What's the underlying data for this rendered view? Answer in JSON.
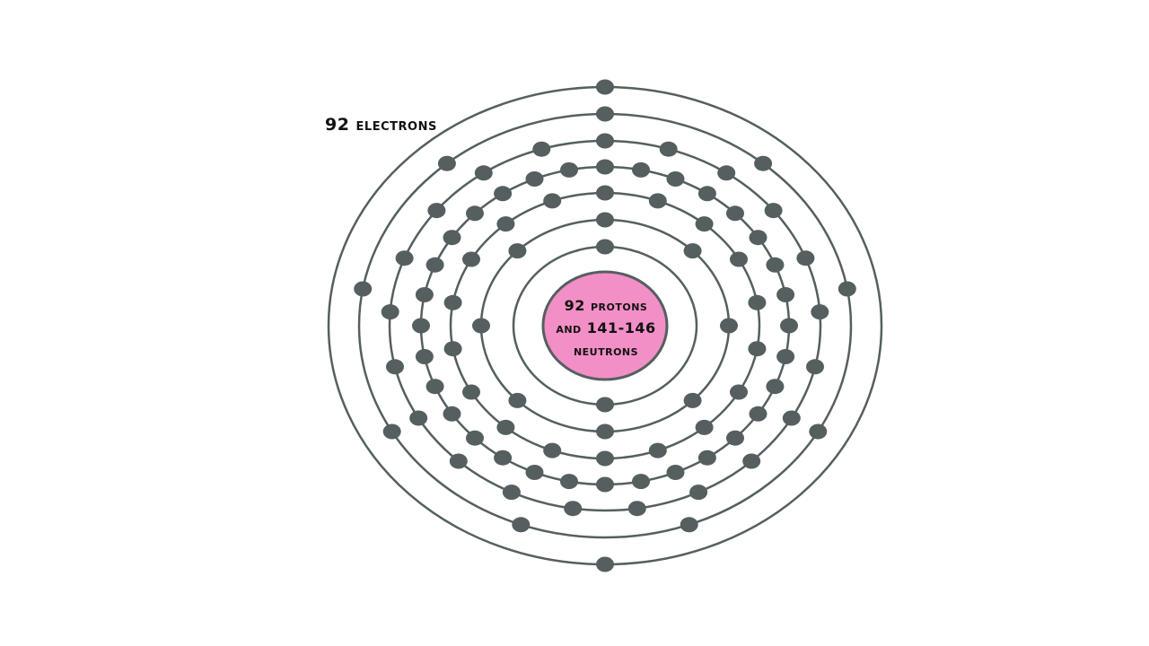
{
  "diagram": {
    "electron_label": "92 electrons",
    "nucleus_lines": [
      "92 protons",
      "and 141-146",
      "neutrons"
    ],
    "shell_electron_counts": [
      2,
      8,
      18,
      32,
      21,
      9,
      2
    ],
    "colors": {
      "nucleus_fill": "#f28fc6",
      "outline": "#555f5f",
      "electron": "#555f5f",
      "background": "#ffffff"
    }
  }
}
